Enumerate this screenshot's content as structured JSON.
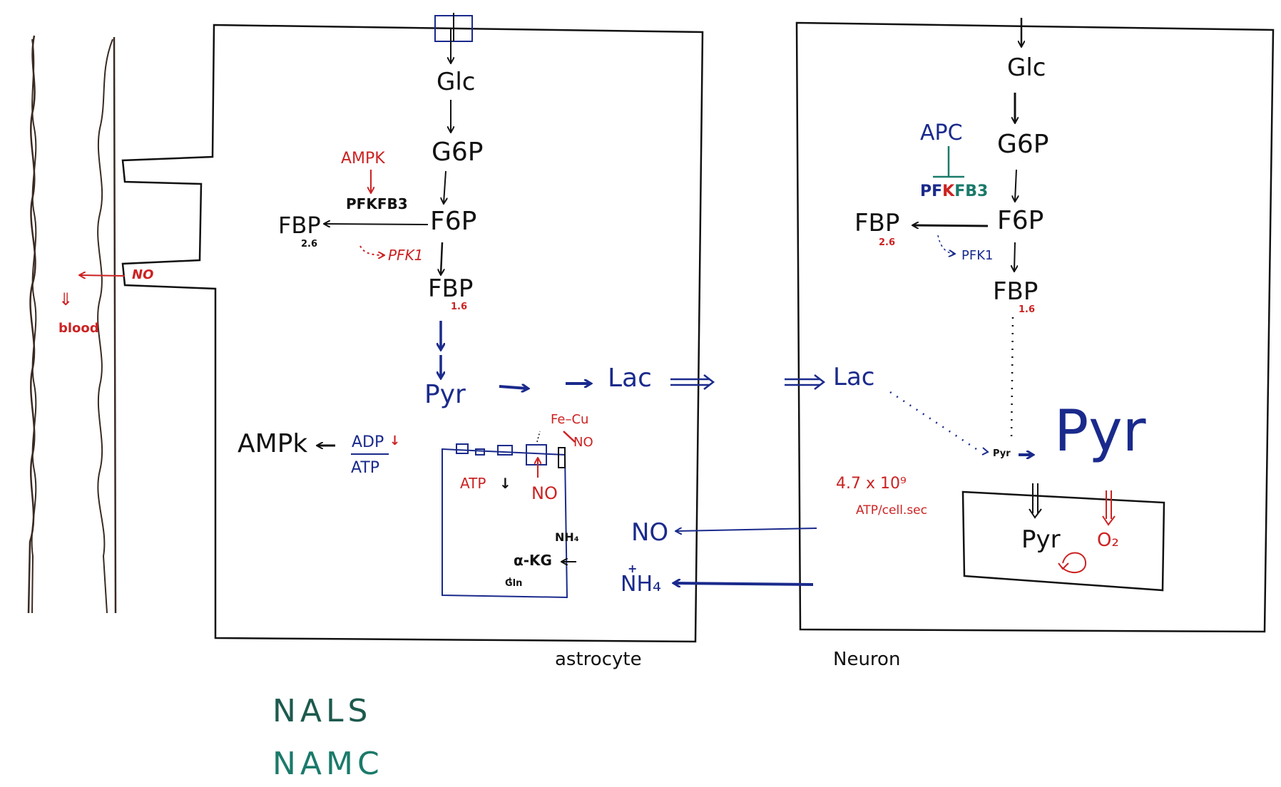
{
  "colors": {
    "ink_black": "#111111",
    "ink_red": "#cc2222",
    "ink_blue": "#1a2a8c",
    "ink_teal": "#1a7a6a",
    "vessel": "#3a2a22"
  },
  "vessel": {
    "no_label": "NO",
    "blood_label": "blood",
    "down_arrow": "⇓"
  },
  "astrocyte": {
    "cell_label": "astrocyte",
    "glc": "Glc",
    "g6p": "G6P",
    "f6p": "F6P",
    "fbp16": "FBP",
    "fbp16_sub": "1.6",
    "fbp26": "FBP",
    "fbp26_sub": "2.6",
    "ampk_top": "AMPK",
    "pfkfb3": "PFKFB3",
    "pfk1": "PFK1",
    "pyr": "Pyr",
    "lac": "Lac",
    "ampk_left": "AMPk",
    "adp": "ADP",
    "atp": "ATP",
    "adp_down": "↓",
    "mito": {
      "fe_cu": "Fe–Cu",
      "no_complex": "NO",
      "atp_label": "ATP",
      "atp_down": "↓",
      "no_label": "NO",
      "nh4": "NH₄",
      "akg": "α-KG",
      "gln": "Gln"
    }
  },
  "intercellular": {
    "no": "NO",
    "nh4": "NH₄",
    "nh4_charge": "+"
  },
  "neuron": {
    "cell_label": "Neuron",
    "glc": "Glc",
    "g6p": "G6P",
    "f6p": "F6P",
    "fbp16": "FBP",
    "fbp16_sub": "1.6",
    "fbp26": "FBP",
    "fbp26_sub": "2.6",
    "apc": "APC",
    "pfkfb3_parts": [
      "PF",
      "K",
      "FB3"
    ],
    "pfk1": "PFK1",
    "lac": "Lac",
    "pyr_small": "Pyr",
    "pyr_big": "Pyr",
    "atp_rate": "4.7 x 10⁹",
    "atp_rate_unit": "ATP/cell.sec",
    "mito": {
      "pyr": "Pyr",
      "o2": "O₂"
    }
  },
  "legend": {
    "items": [
      "NALS",
      "NAMC"
    ]
  }
}
